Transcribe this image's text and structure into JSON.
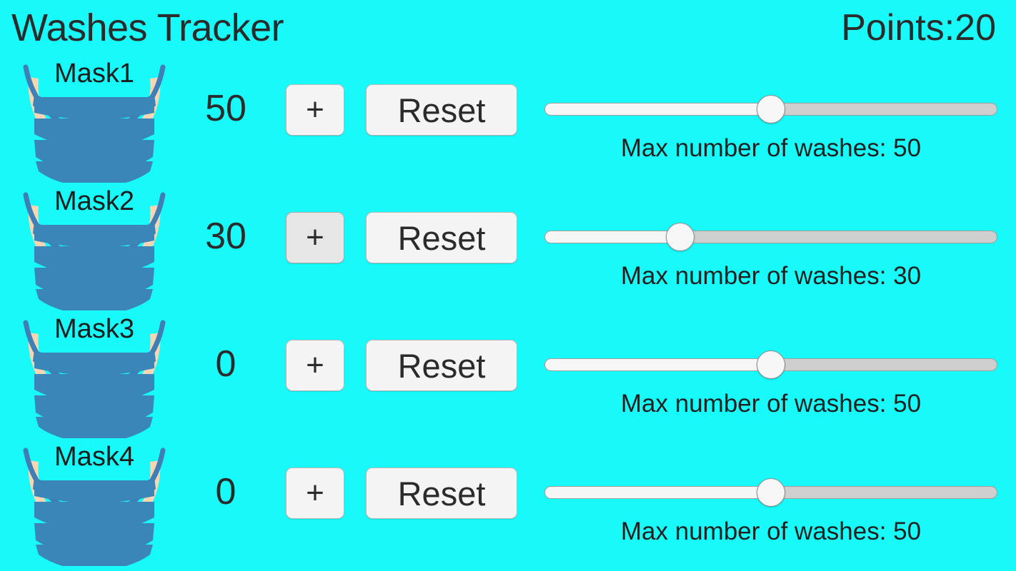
{
  "header": {
    "title": "Washes Tracker",
    "points_label": "Points:20",
    "points_value": 20
  },
  "theme": {
    "background": "#18fafa",
    "text": "#2b2b2b",
    "button_face": "#f4f4f4",
    "button_face_pressed": "#e6e6e6",
    "button_border": "#b8b8b8",
    "slider_track": "#cfcfcf",
    "slider_fill": "#f6f6f6",
    "slider_thumb": "#f7f7f7",
    "mask_blue": "#3a86b8",
    "mask_strap": "#3f7fb5",
    "mask_ear": "#f6d3b0"
  },
  "slider": {
    "min": 0,
    "max": 100
  },
  "rows": [
    {
      "mask_name": "Mask1",
      "mask_icon": "face-mask-icon",
      "count": "50",
      "plus_label": "+",
      "plus_pressed": false,
      "reset_label": "Reset",
      "max_washes": 50,
      "slider_percent": 50,
      "slider_caption": "Max number of washes: 50"
    },
    {
      "mask_name": "Mask2",
      "mask_icon": "face-mask-icon",
      "count": "30",
      "plus_label": "+",
      "plus_pressed": true,
      "reset_label": "Reset",
      "max_washes": 30,
      "slider_percent": 30,
      "slider_caption": "Max number of washes: 30"
    },
    {
      "mask_name": "Mask3",
      "mask_icon": "face-mask-icon",
      "count": "0",
      "plus_label": "+",
      "plus_pressed": false,
      "reset_label": "Reset",
      "max_washes": 50,
      "slider_percent": 50,
      "slider_caption": "Max number of washes: 50"
    },
    {
      "mask_name": "Mask4",
      "mask_icon": "face-mask-icon",
      "count": "0",
      "plus_label": "+",
      "plus_pressed": false,
      "reset_label": "Reset",
      "max_washes": 50,
      "slider_percent": 50,
      "slider_caption": "Max number of washes: 50"
    }
  ]
}
